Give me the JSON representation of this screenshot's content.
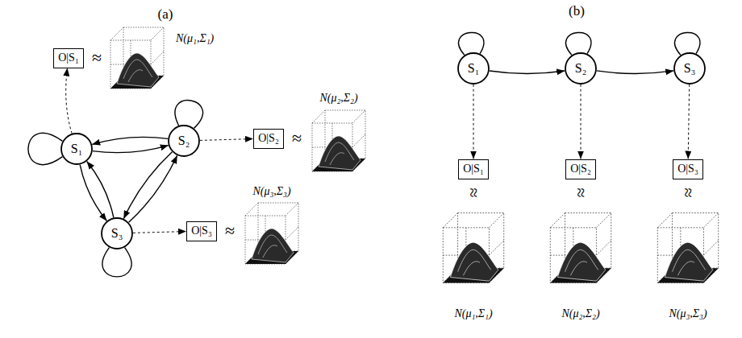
{
  "diagram": {
    "nodes": [
      {
        "text": [
          "S₁"
        ]
      },
      {
        "text": [
          "S₂"
        ]
      },
      {
        "text": [
          "S₃"
        ]
      },
      {
        "text": [
          "O|S₁"
        ]
      },
      {
        "text": [
          "O|S₂"
        ]
      },
      {
        "text": [
          "O|S₃"
        ]
      },
      {
        "text": [
          "S₁"
        ]
      },
      {
        "text": [
          "S₂"
        ]
      },
      {
        "text": [
          "S₃"
        ]
      },
      {
        "text": [
          "O|S₁"
        ]
      },
      {
        "text": [
          "O|S₂"
        ]
      },
      {
        "text": [
          "O|S₃"
        ]
      }
    ],
    "edges": [
      {
        "from": 0,
        "to": 0,
        "arrow": "none"
      },
      {
        "from": 1,
        "to": 1,
        "arrow": "none"
      },
      {
        "from": 2,
        "to": 2,
        "arrow": "none"
      },
      {
        "from": 0,
        "to": 1,
        "arrow": "to"
      },
      {
        "from": 1,
        "to": 0,
        "arrow": "to"
      },
      {
        "from": 0,
        "to": 2,
        "arrow": "to"
      },
      {
        "from": 2,
        "to": 0,
        "arrow": "to"
      },
      {
        "from": 1,
        "to": 2,
        "arrow": "to"
      },
      {
        "from": 2,
        "to": 1,
        "arrow": "to"
      },
      {
        "from": 0,
        "to": 3,
        "arrow": "to"
      },
      {
        "from": 1,
        "to": 4,
        "arrow": "to"
      },
      {
        "from": 2,
        "to": 5,
        "arrow": "to"
      },
      {
        "from": 6,
        "to": 6,
        "arrow": "none"
      },
      {
        "from": 7,
        "to": 7,
        "arrow": "none"
      },
      {
        "from": 8,
        "to": 8,
        "arrow": "none"
      },
      {
        "from": 6,
        "to": 7,
        "arrow": "to"
      },
      {
        "from": 7,
        "to": 8,
        "arrow": "to"
      },
      {
        "from": 6,
        "to": 9,
        "arrow": "to"
      },
      {
        "from": 7,
        "to": 10,
        "arrow": "to"
      },
      {
        "from": 8,
        "to": 11,
        "arrow": "to"
      }
    ],
    "labels": [
      "(a)",
      "≈",
      "≈",
      "≈",
      "N(μ₁,Σ₁)",
      "N(μ₂,Σ₂)",
      "N(μ₃,Σ₃)",
      "(b)",
      "≈",
      "≈",
      "≈",
      "N(μ₁,Σ₁)",
      "N(μ₂,Σ₂)",
      "N(μ₃,Σ₃)"
    ]
  }
}
